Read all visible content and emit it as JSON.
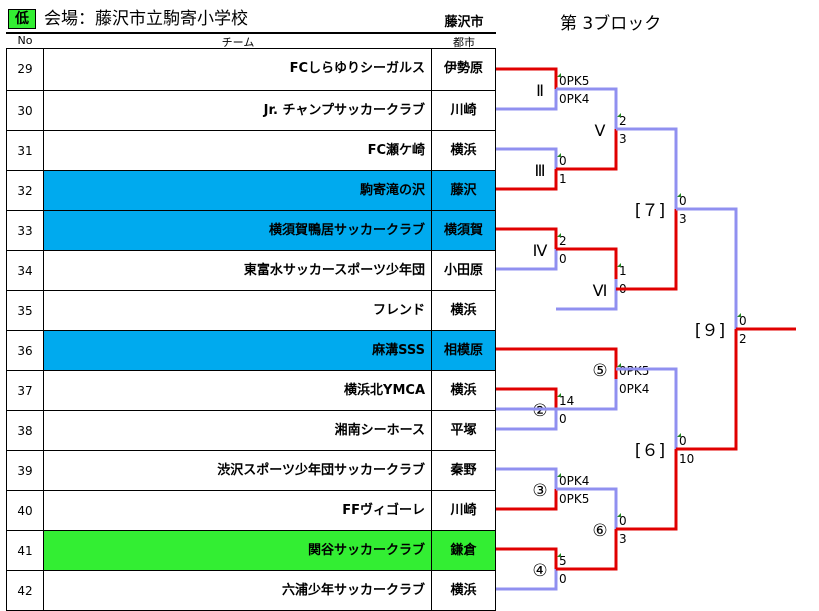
{
  "header": {
    "tag": "低",
    "venue": "会場：藤沢市立駒寄小学校",
    "city": "藤沢市",
    "block": "第 3ブロック"
  },
  "columns": {
    "no": "No",
    "team": "チーム",
    "city": "都市"
  },
  "colors": {
    "win": "#e00000",
    "lose": "#9090f0",
    "highlight_blue": "#00aaee",
    "highlight_green": "#33ee33"
  },
  "teams": [
    {
      "no": "29",
      "name": "FCしらゆりシーガルス",
      "city": "伊勢原",
      "highlight": ""
    },
    {
      "no": "30",
      "name": "Jr. チャンプサッカークラブ",
      "city": "川崎",
      "highlight": ""
    },
    {
      "no": "31",
      "name": "FC瀬ケ崎",
      "city": "横浜",
      "highlight": ""
    },
    {
      "no": "32",
      "name": "駒寄滝の沢",
      "city": "藤沢",
      "highlight": "blue"
    },
    {
      "no": "33",
      "name": "横須賀鴨居サッカークラブ",
      "city": "横須賀",
      "highlight": "blue"
    },
    {
      "no": "34",
      "name": "東富水サッカースポーツ少年団",
      "city": "小田原",
      "highlight": ""
    },
    {
      "no": "35",
      "name": "フレンド",
      "city": "横浜",
      "highlight": ""
    },
    {
      "no": "36",
      "name": "麻溝SSS",
      "city": "相模原",
      "highlight": "blue"
    },
    {
      "no": "37",
      "name": "横浜北YMCA",
      "city": "横浜",
      "highlight": ""
    },
    {
      "no": "38",
      "name": "湘南シーホース",
      "city": "平塚",
      "highlight": ""
    },
    {
      "no": "39",
      "name": "渋沢スポーツ少年団サッカークラブ",
      "city": "秦野",
      "highlight": ""
    },
    {
      "no": "40",
      "name": "FFヴィゴーレ",
      "city": "川崎",
      "highlight": ""
    },
    {
      "no": "41",
      "name": "関谷サッカークラブ",
      "city": "鎌倉",
      "highlight": "green"
    },
    {
      "no": "42",
      "name": "六浦少年サッカークラブ",
      "city": "横浜",
      "highlight": ""
    }
  ],
  "matches": [
    {
      "id": "match-II",
      "label": "Ⅱ",
      "score_top": "0PK5",
      "score_bottom": "0PK4",
      "winner": "top"
    },
    {
      "id": "match-III",
      "label": "Ⅲ",
      "score_top": "0",
      "score_bottom": "1",
      "winner": "bottom"
    },
    {
      "id": "match-IV",
      "label": "Ⅳ",
      "score_top": "2",
      "score_bottom": "0",
      "winner": "top"
    },
    {
      "id": "match-V",
      "label": "Ⅴ",
      "score_top": "2",
      "score_bottom": "3",
      "winner": "bottom"
    },
    {
      "id": "match-VI",
      "label": "Ⅵ",
      "score_top": "1",
      "score_bottom": "0",
      "winner": "top"
    },
    {
      "id": "match-7",
      "label": "[７]",
      "score_top": "0",
      "score_bottom": "3",
      "winner": "bottom"
    },
    {
      "id": "match-5",
      "label": "⑤",
      "score_top": "0PK5",
      "score_bottom": "0PK4",
      "winner": "top"
    },
    {
      "id": "match-2",
      "label": "②",
      "score_top": "14",
      "score_bottom": "0",
      "winner": "top"
    },
    {
      "id": "match-3",
      "label": "③",
      "score_top": "0PK4",
      "score_bottom": "0PK5",
      "winner": "bottom"
    },
    {
      "id": "match-4",
      "label": "④",
      "score_top": "5",
      "score_bottom": "0",
      "winner": "top"
    },
    {
      "id": "match-6",
      "label": "⑥",
      "score_top": "0",
      "score_bottom": "3",
      "winner": "bottom"
    },
    {
      "id": "match-semi-6",
      "label": "[６]",
      "score_top": "0",
      "score_bottom": "10",
      "winner": "bottom"
    },
    {
      "id": "match-final-9",
      "label": "[９]",
      "score_top": "0",
      "score_bottom": "2",
      "winner": "bottom"
    }
  ]
}
